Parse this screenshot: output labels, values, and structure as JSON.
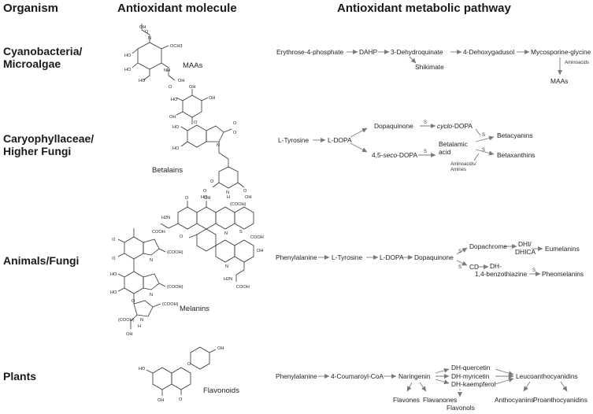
{
  "headers": {
    "organism": "Organism",
    "molecule": "Antioxidant molecule",
    "pathway": "Antioxidant metabolic pathway"
  },
  "rows": [
    {
      "organism_lines": [
        "Cyanobacteria/",
        "Microalgae"
      ],
      "molecule_label": "MAAs",
      "nodes": [
        "Erythrose-4-phosphate",
        "DAHP",
        "3-Dehydroquinate",
        "4-Dehoxygadusol",
        "Mycosporine-glycine",
        "Shikimate",
        "MAAs"
      ],
      "notes": [
        "Aminoacids"
      ],
      "atoms": [
        "OH",
        "O",
        "N",
        "HO",
        "HO",
        "HO",
        "OCH3",
        "NH",
        "OH",
        "O"
      ]
    },
    {
      "organism_lines": [
        "Caryophyllaceae/",
        "Higher Fungi"
      ],
      "molecule_label": "Betalains",
      "nodes": [
        "L-Tyrosine",
        "L-DOPA",
        "Dopaquinone",
        "4,5-seco-DOPA",
        "Betacyanins",
        "Betaxanthins"
      ],
      "cyclo_italic": "cyclo",
      "cyclo_rest": "-DOPA",
      "seco_parts": [
        "4,5-",
        "seco",
        "-DOPA"
      ],
      "betalamic_lines": [
        "Betalamic",
        "acid"
      ],
      "notes": [
        "S",
        "S",
        "S",
        "S",
        "Aminoacids/",
        "Amines"
      ],
      "atoms": [
        "HO",
        "OH",
        "OH",
        "OH",
        "O",
        "O",
        "HO",
        "HO",
        "N",
        "O",
        "O",
        "HO",
        "N",
        "OH",
        "O",
        "O",
        "H"
      ]
    },
    {
      "organism_lines": [
        "Animals/Fungi"
      ],
      "molecule_label": "Melanins",
      "nodes": [
        "Phenylalanine",
        "L-Tyrosine",
        "L-DOPA",
        "Dopaquinone",
        "Dopachrome",
        "DHI/",
        "DHICA",
        "Eumelanins",
        "CD",
        "DH-",
        "1,4-benzothiazine",
        "Pheomelanins"
      ],
      "notes": [
        "S",
        "S",
        "S"
      ],
      "atoms": [
        "(COOH)",
        "(COOH)",
        "(COOH)",
        "(COOH)",
        "(COOH)",
        "O",
        "O",
        "O",
        "HO",
        "HO",
        "N",
        "N",
        "N",
        "OH",
        "O",
        "OH",
        "O",
        "H2N",
        "COOH",
        "N",
        "S",
        "N",
        "H2N",
        "COOH",
        "OH",
        "COOH",
        "H"
      ]
    },
    {
      "organism_lines": [
        "Plants"
      ],
      "molecule_label": "Flavonoids",
      "nodes": [
        "Phenylalanine",
        "4-Coumaroyl-CoA",
        "Naringenin",
        "DH-quercetin",
        "DH-myricetin",
        "DH-kaempferol",
        "Leucoanthocyanidins",
        "Flavones",
        "Flavanones",
        "Flavonols",
        "Anthocyanins",
        "Proanthocyanidins"
      ],
      "notes": [],
      "atoms": [
        "HO",
        "OH",
        "O",
        "OH",
        "O"
      ]
    }
  ],
  "colors": {
    "arrow": "#7a7a7a",
    "text": "#1a1a1a",
    "background": "#ffffff"
  }
}
